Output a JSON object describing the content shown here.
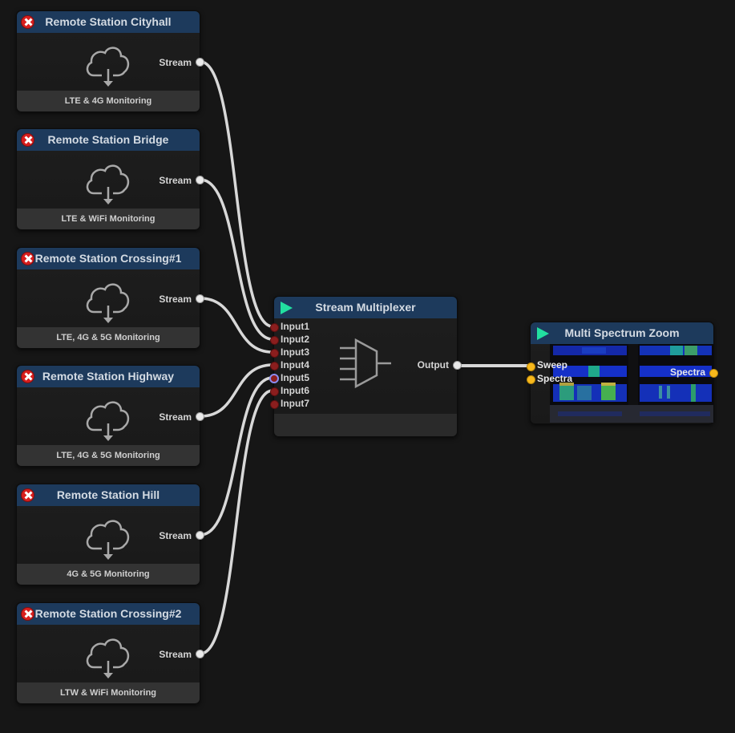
{
  "stations": [
    {
      "title": "Remote Station Cityhall",
      "output_label": "Stream",
      "footer": "LTE & 4G Monitoring"
    },
    {
      "title": "Remote Station Bridge",
      "output_label": "Stream",
      "footer": "LTE & WiFi Monitoring"
    },
    {
      "title": "Remote Station Crossing#1",
      "output_label": "Stream",
      "footer": "LTE, 4G & 5G Monitoring"
    },
    {
      "title": "Remote Station Highway",
      "output_label": "Stream",
      "footer": "LTE, 4G & 5G Monitoring"
    },
    {
      "title": "Remote Station Hill",
      "output_label": "Stream",
      "footer": "4G & 5G Monitoring"
    },
    {
      "title": "Remote Station Crossing#2",
      "output_label": "Stream",
      "footer": "LTW & WiFi Monitoring"
    }
  ],
  "multiplexer": {
    "title": "Stream Multiplexer",
    "inputs": [
      "Input1",
      "Input2",
      "Input3",
      "Input4",
      "Input5",
      "Input6",
      "Input7"
    ],
    "output_label": "Output",
    "highlighted_input": "Input5"
  },
  "spectrum": {
    "title": "Multi Spectrum Zoom",
    "inputs": [
      "Sweep",
      "Spectra"
    ],
    "output_label": "Spectra"
  },
  "connections": [
    {
      "from": "Remote Station Cityhall.Stream",
      "to": "Stream Multiplexer.Input1"
    },
    {
      "from": "Remote Station Bridge.Stream",
      "to": "Stream Multiplexer.Input2"
    },
    {
      "from": "Remote Station Crossing#1.Stream",
      "to": "Stream Multiplexer.Input3"
    },
    {
      "from": "Remote Station Highway.Stream",
      "to": "Stream Multiplexer.Input4"
    },
    {
      "from": "Remote Station Hill.Stream",
      "to": "Stream Multiplexer.Input5"
    },
    {
      "from": "Remote Station Crossing#2.Stream",
      "to": "Stream Multiplexer.Input6"
    },
    {
      "from": "Stream Multiplexer.Output",
      "to": "Multi Spectrum Zoom.Sweep"
    }
  ],
  "colors": {
    "canvas": "#161616",
    "header": "#1d3a5c",
    "wire": "#d8d8d8",
    "input_port": "#8b1e1e",
    "spectrum_port": "#f7b81c",
    "play_icon": "#22e0a0",
    "close_icon": "#d81e1e"
  }
}
